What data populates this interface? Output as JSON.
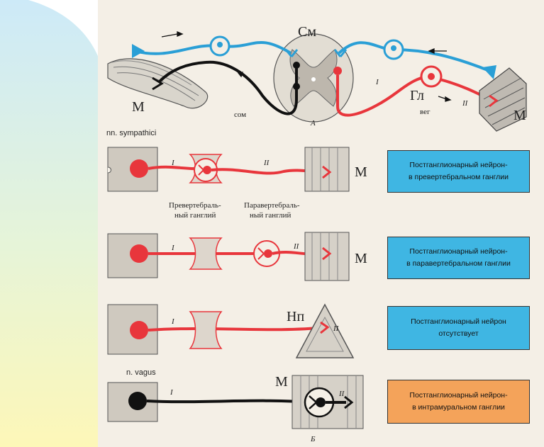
{
  "colors": {
    "sympathetic_red": "#e8363c",
    "afferent_blue": "#2a9fd6",
    "somatic_black": "#111111",
    "box_blue": "#3fb6e3",
    "box_orange": "#f4a35a",
    "slide_gradient_top": "#cfe9f7",
    "slide_gradient_bottom": "#fdf7b5"
  },
  "panel_a": {
    "label_cm": "См",
    "label_m_left": "М",
    "label_m_right": "М",
    "label_gl": "Гл",
    "label_som": "сом",
    "label_veg": "вег",
    "label_i": "I",
    "label_ii": "II",
    "panel_letter": "А"
  },
  "panel_b": {
    "section_sympathetic": "nn. sympathici",
    "section_vagus": "n. vagus",
    "label_prevertebral": [
      "Превертебраль-",
      "ный ганглий"
    ],
    "label_paravertebral": [
      "Паравертебраль-",
      "ный ганглий"
    ],
    "label_np": "Нп",
    "label_m": "М",
    "label_i": "I",
    "label_ii": "II",
    "panel_letter": "Б",
    "boxes": [
      {
        "line1": "Постганглионарный нейрон-",
        "line2": "в превертебральном ганглии",
        "color": "#3fb6e3"
      },
      {
        "line1": "Постганглионарный нейрон-",
        "line2": "в паравертебральном ганглии",
        "color": "#3fb6e3"
      },
      {
        "line1": "Постганглионарный нейрон",
        "line2": "отсутствует",
        "color": "#3fb6e3"
      },
      {
        "line1": "Постганглионарный нейрон-",
        "line2": "в интрамуральном ганглии",
        "color": "#f4a35a"
      }
    ]
  }
}
